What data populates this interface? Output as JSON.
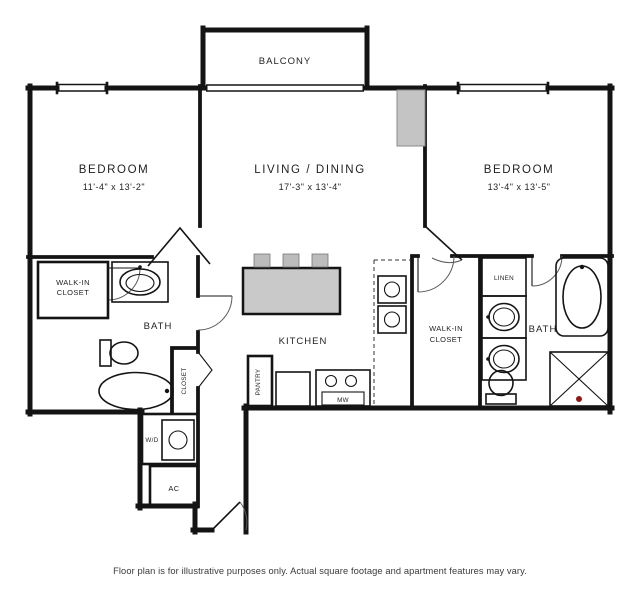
{
  "colors": {
    "wall": "#141414",
    "island_gray": "#c9c9c9",
    "column_gray": "#c4c4c4",
    "stool_gray": "#bcbcbc",
    "accent_dot": "#8a1c1c",
    "text": "#1f1f1f"
  },
  "labels": {
    "balcony": "BALCONY",
    "bedroom_left": {
      "name": "BEDROOM",
      "dims": "11'-4\" x 13'-2\""
    },
    "living": {
      "name": "LIVING / DINING",
      "dims": "17'-3\" x 13'-4\""
    },
    "bedroom_right": {
      "name": "BEDROOM",
      "dims": "13'-4\" x 13'-5\""
    },
    "walk_in_left": {
      "line1": "WALK-IN",
      "line2": "CLOSET"
    },
    "bath_left": "BATH",
    "kitchen": "KITCHEN",
    "closet": "CLOSET",
    "pantry": "PANTRY",
    "microwave": "MW",
    "washer_dryer": "W/D",
    "ac": "AC",
    "linen": "LINEN",
    "walk_in_right": {
      "line1": "WALK-IN",
      "line2": "CLOSET"
    },
    "bath_right": "BATH"
  },
  "footer": {
    "disclaimer": "Floor plan is for illustrative purposes only.  Actual square footage and apartment features may vary."
  }
}
